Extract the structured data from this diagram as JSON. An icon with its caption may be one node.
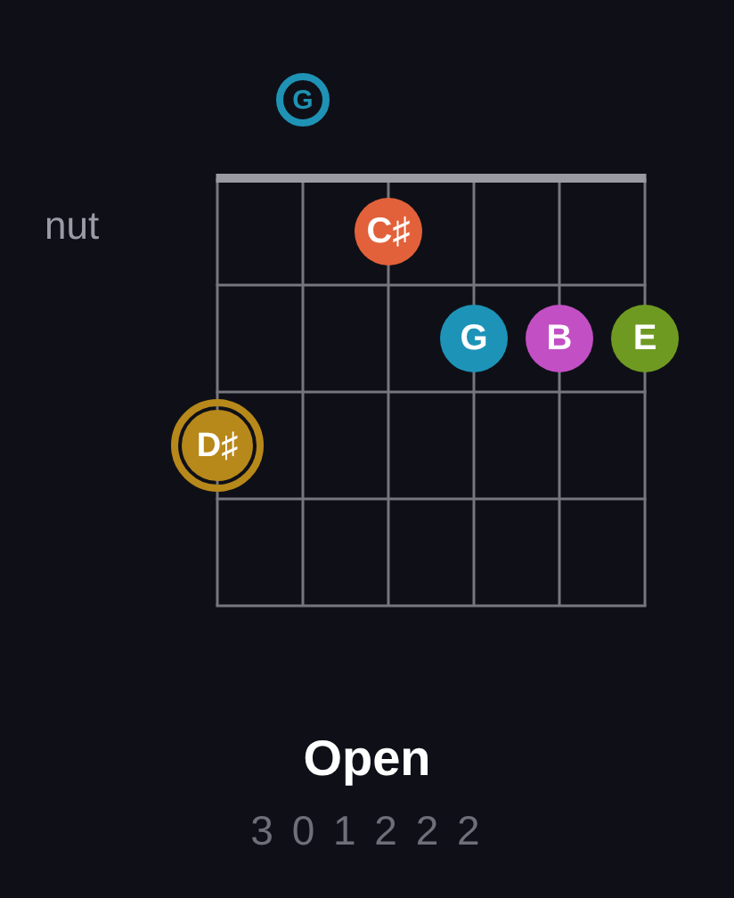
{
  "diagram": {
    "title": "Open",
    "nodes": [
      {
        "text": [
          "G"
        ]
      },
      {
        "text": [
          "C♯"
        ]
      },
      {
        "text": [
          "G"
        ]
      },
      {
        "text": [
          "B"
        ]
      },
      {
        "text": [
          "E"
        ]
      },
      {
        "text": [
          "D♯"
        ]
      }
    ],
    "labels": [
      "nut",
      "3 0 1 2 2 2"
    ]
  }
}
